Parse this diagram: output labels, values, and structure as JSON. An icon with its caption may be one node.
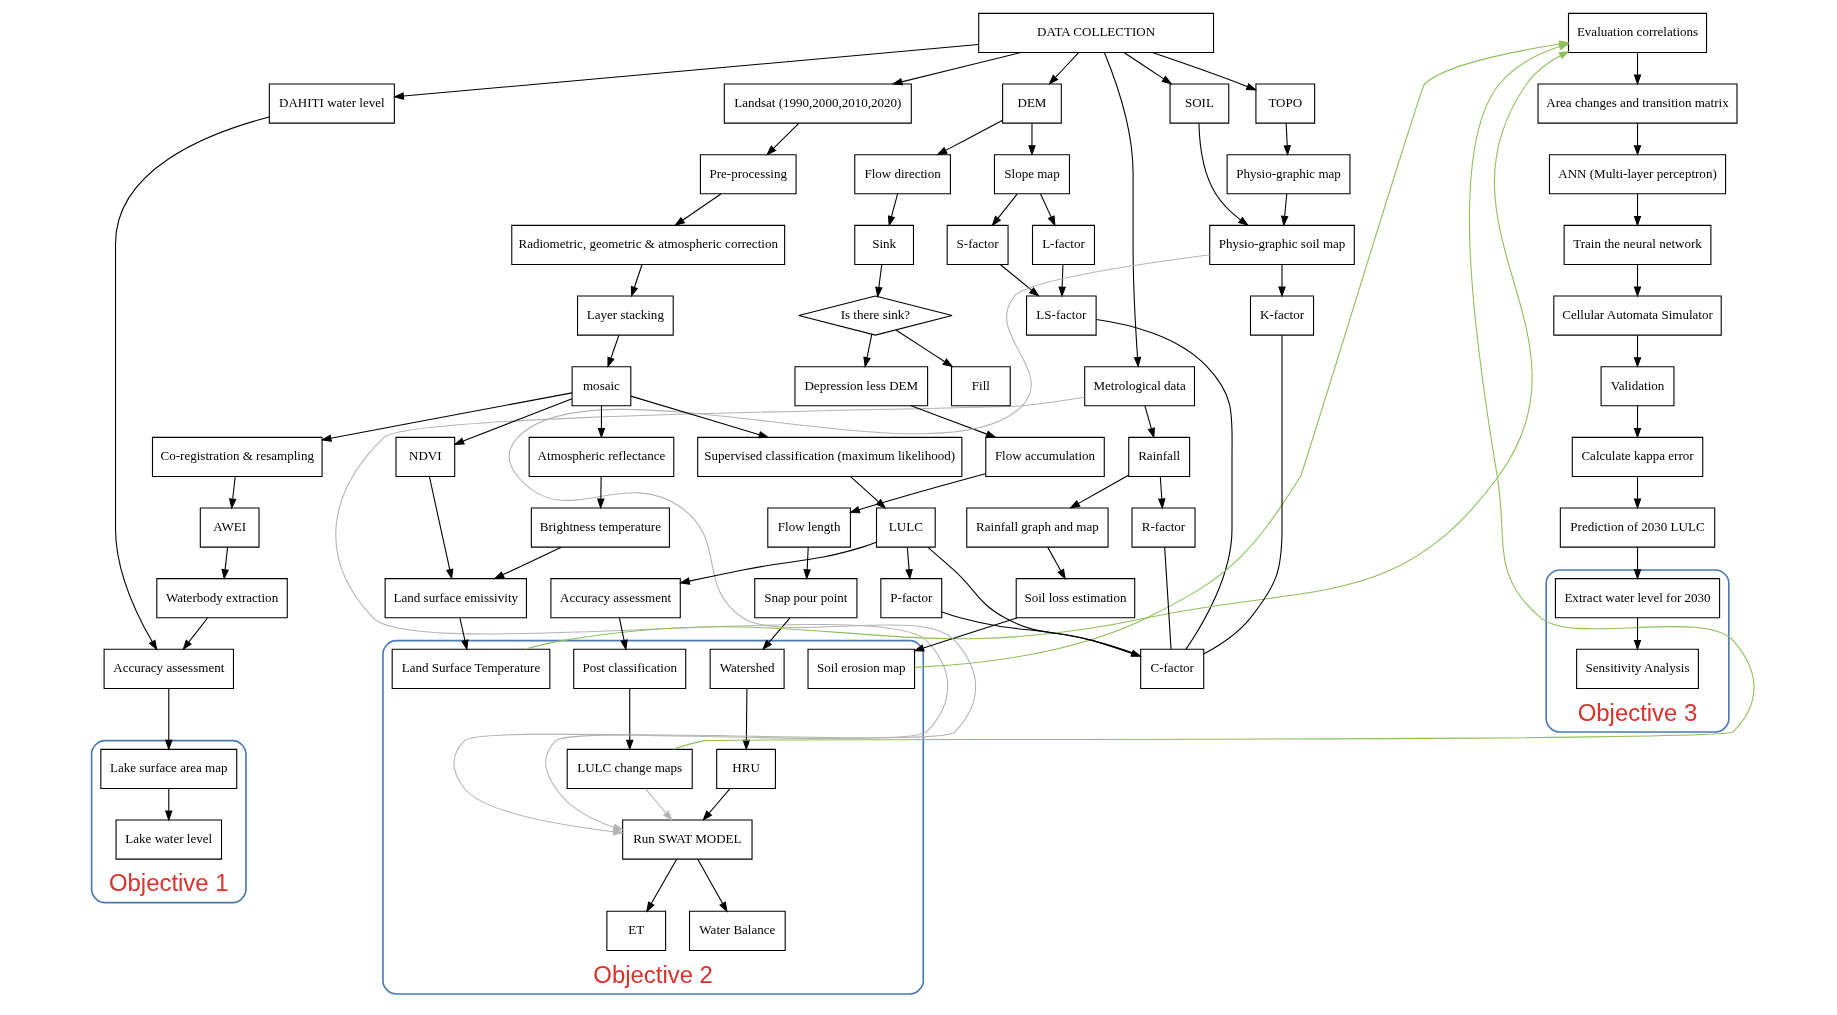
{
  "diagram": {
    "nodes": [
      {
        "text": [
          "DATA COLLECTION"
        ]
      },
      {
        "text": [
          "DEM"
        ]
      },
      {
        "text": [
          "Metrological data"
        ]
      },
      {
        "text": [
          "TOPO"
        ]
      },
      {
        "text": [
          "SOIL"
        ]
      },
      {
        "text": [
          "Landsat (1990,2000,2010,2020)"
        ]
      },
      {
        "text": [
          "DAHITI water level"
        ]
      },
      {
        "text": [
          "Flow direction"
        ]
      },
      {
        "text": [
          "Slope map"
        ]
      },
      {
        "text": [
          "Sink"
        ]
      },
      {
        "text": [
          "S-factor"
        ]
      },
      {
        "text": [
          "L-factor"
        ]
      },
      {
        "text": [
          "LS-factor"
        ]
      },
      {
        "text": [
          "Is there sink?"
        ]
      },
      {
        "text": [
          "Fill"
        ]
      },
      {
        "text": [
          "Depression less DEM"
        ]
      },
      {
        "text": [
          "Flow accumulation"
        ]
      },
      {
        "text": [
          "Flow length"
        ]
      },
      {
        "text": [
          "Snap pour point"
        ]
      },
      {
        "text": [
          "Objective 2"
        ]
      },
      {
        "text": [
          "Watershed"
        ],
        "in": 19
      },
      {
        "text": [
          "HRU"
        ],
        "in": 19
      },
      {
        "text": [
          "Run SWAT MODEL"
        ],
        "in": 19
      },
      {
        "text": [
          "ET"
        ],
        "in": 19
      },
      {
        "text": [
          "Water Balance"
        ],
        "in": 19
      },
      {
        "text": [
          "Rainfall"
        ]
      },
      {
        "text": [
          "R-factor"
        ]
      },
      {
        "text": [
          "Rainfall graph and map"
        ]
      },
      {
        "text": [
          "Soil loss estimation"
        ]
      },
      {
        "text": [
          "Soil erosion map"
        ],
        "in": 19
      },
      {
        "text": [
          "Physio-graphic map"
        ]
      },
      {
        "text": [
          "Physio-graphic soil map"
        ]
      },
      {
        "text": [
          "K-factor"
        ]
      },
      {
        "text": [
          "Pre-processing"
        ]
      },
      {
        "text": [
          "Radiometric, geometric & atmospheric correction"
        ]
      },
      {
        "text": [
          "Layer stacking"
        ]
      },
      {
        "text": [
          "mosaic"
        ]
      },
      {
        "text": [
          "Supervised classification (maximum likelihood)"
        ]
      },
      {
        "text": [
          "Atmospheric reflectance"
        ]
      },
      {
        "text": [
          "NDVI"
        ]
      },
      {
        "text": [
          "Co-registration & resampling"
        ]
      },
      {
        "text": [
          "P-factor"
        ]
      },
      {
        "text": [
          "C-factor"
        ]
      },
      {
        "text": [
          "LULC"
        ]
      },
      {
        "text": [
          "Brightness temperature"
        ]
      },
      {
        "text": [
          "AWEI"
        ]
      },
      {
        "text": [
          "Accuracy assessment"
        ]
      },
      {
        "text": [
          "Land surface emissivity"
        ]
      },
      {
        "text": [
          "Waterbody extraction"
        ]
      },
      {
        "text": [
          "Post classification"
        ],
        "in": 19
      },
      {
        "text": [
          "LULC change maps"
        ],
        "in": 19
      },
      {
        "text": [
          "Land Surface Temperature"
        ],
        "in": 19
      },
      {
        "text": [
          "Accuracy assessment"
        ]
      },
      {
        "text": [
          "Objective 1"
        ]
      },
      {
        "text": [
          "Lake surface area map"
        ],
        "in": 53
      },
      {
        "text": [
          "Lake water level"
        ],
        "in": 53
      },
      {
        "text": [
          "Evaluation correlations"
        ]
      },
      {
        "text": [
          "Area changes and transition matrix"
        ]
      },
      {
        "text": [
          "ANN (Multi-layer perceptron)"
        ]
      },
      {
        "text": [
          "Train the neural network"
        ]
      },
      {
        "text": [
          "Cellular Automata Simulator"
        ]
      },
      {
        "text": [
          "Validation"
        ]
      },
      {
        "text": [
          "Calculate kappa error"
        ]
      },
      {
        "text": [
          "Prediction of 2030 LULC"
        ]
      },
      {
        "text": [
          "Objective 3"
        ]
      },
      {
        "text": [
          "Extract water level for 2030"
        ],
        "in": 64
      },
      {
        "text": [
          "Sensitivity Analysis"
        ],
        "in": 64
      }
    ],
    "edges": [
      {
        "from": 0,
        "to": 1,
        "arrow": "to"
      },
      {
        "from": 0,
        "to": 2,
        "arrow": "to"
      },
      {
        "from": 0,
        "to": 3,
        "arrow": "to"
      },
      {
        "from": 0,
        "to": 4,
        "arrow": "to"
      },
      {
        "from": 0,
        "to": 5,
        "arrow": "to"
      },
      {
        "from": 0,
        "to": 6,
        "arrow": "to"
      },
      {
        "from": 1,
        "to": 7,
        "arrow": "to"
      },
      {
        "from": 1,
        "to": 8,
        "arrow": "to"
      },
      {
        "from": 7,
        "to": 9,
        "arrow": "to"
      },
      {
        "from": 8,
        "to": 10,
        "arrow": "to"
      },
      {
        "from": 8,
        "to": 11,
        "arrow": "to"
      },
      {
        "from": 10,
        "to": 12,
        "arrow": "to"
      },
      {
        "from": 11,
        "to": 12,
        "arrow": "to"
      },
      {
        "from": 9,
        "to": 13,
        "arrow": "to"
      },
      {
        "from": 13,
        "to": 14,
        "arrow": "to"
      },
      {
        "from": 13,
        "to": 15,
        "arrow": "to"
      },
      {
        "from": 15,
        "to": 16,
        "arrow": "to"
      },
      {
        "from": 16,
        "to": 17,
        "arrow": "to"
      },
      {
        "from": 17,
        "to": 18,
        "arrow": "to"
      },
      {
        "from": 18,
        "to": 20,
        "arrow": "to"
      },
      {
        "from": 20,
        "to": 21,
        "arrow": "to"
      },
      {
        "from": 21,
        "to": 22,
        "arrow": "to"
      },
      {
        "from": 22,
        "to": 23,
        "arrow": "to"
      },
      {
        "from": 22,
        "to": 24,
        "arrow": "to"
      },
      {
        "from": 2,
        "to": 25,
        "arrow": "to"
      },
      {
        "from": 25,
        "to": 26,
        "arrow": "to"
      },
      {
        "from": 25,
        "to": 27,
        "arrow": "to"
      },
      {
        "from": 27,
        "to": 28,
        "arrow": "to"
      },
      {
        "from": 28,
        "to": 29,
        "arrow": "to"
      },
      {
        "from": 3,
        "to": 30,
        "arrow": "to"
      },
      {
        "from": 30,
        "to": 31,
        "arrow": "to"
      },
      {
        "from": 4,
        "to": 31,
        "arrow": "to"
      },
      {
        "from": 31,
        "to": 32,
        "arrow": "to"
      },
      {
        "from": 5,
        "to": 33,
        "arrow": "to"
      },
      {
        "from": 33,
        "to": 34,
        "arrow": "to"
      },
      {
        "from": 34,
        "to": 35,
        "arrow": "to"
      },
      {
        "from": 35,
        "to": 36,
        "arrow": "to"
      },
      {
        "from": 36,
        "to": 37,
        "arrow": "to"
      },
      {
        "from": 36,
        "to": 38,
        "arrow": "to"
      },
      {
        "from": 36,
        "to": 39,
        "arrow": "to"
      },
      {
        "from": 36,
        "to": 40,
        "arrow": "to"
      },
      {
        "from": 37,
        "to": 43,
        "arrow": "to"
      },
      {
        "from": 43,
        "to": 41,
        "arrow": "to"
      },
      {
        "from": 43,
        "to": 42,
        "arrow": "to"
      },
      {
        "from": 12,
        "to": 42,
        "arrow": "none"
      },
      {
        "from": 26,
        "to": 42,
        "arrow": "none"
      },
      {
        "from": 32,
        "to": 42,
        "arrow": "none"
      },
      {
        "from": 41,
        "to": 42,
        "arrow": "none"
      },
      {
        "from": 43,
        "to": 46,
        "arrow": "to"
      },
      {
        "from": 46,
        "to": 49,
        "arrow": "to"
      },
      {
        "from": 49,
        "to": 50,
        "arrow": "to"
      },
      {
        "from": 38,
        "to": 44,
        "arrow": "to"
      },
      {
        "from": 44,
        "to": 47,
        "arrow": "to"
      },
      {
        "from": 39,
        "to": 47,
        "arrow": "to"
      },
      {
        "from": 47,
        "to": 51,
        "arrow": "to"
      },
      {
        "from": 40,
        "to": 45,
        "arrow": "to"
      },
      {
        "from": 45,
        "to": 48,
        "arrow": "to"
      },
      {
        "from": 48,
        "to": 52,
        "arrow": "to"
      },
      {
        "from": 6,
        "to": 52,
        "arrow": "to"
      },
      {
        "from": 52,
        "to": 54,
        "arrow": "to"
      },
      {
        "from": 54,
        "to": 55,
        "arrow": "to"
      },
      {
        "from": 2,
        "to": 22,
        "arrow": "to",
        "color": "#b4b4b4"
      },
      {
        "from": 31,
        "to": 22,
        "arrow": "to",
        "color": "#b4b4b4"
      },
      {
        "from": 50,
        "to": 22,
        "arrow": "to",
        "color": "#b4b4b4"
      },
      {
        "from": 29,
        "to": 56,
        "arrow": "to",
        "color": "#8fbf5a"
      },
      {
        "from": 50,
        "to": 56,
        "arrow": "to",
        "color": "#8fbf5a"
      },
      {
        "from": 51,
        "to": 56,
        "arrow": "to",
        "color": "#8fbf5a"
      },
      {
        "from": 56,
        "to": 57,
        "arrow": "to"
      },
      {
        "from": 57,
        "to": 58,
        "arrow": "to"
      },
      {
        "from": 58,
        "to": 59,
        "arrow": "to"
      },
      {
        "from": 59,
        "to": 60,
        "arrow": "to"
      },
      {
        "from": 60,
        "to": 61,
        "arrow": "to"
      },
      {
        "from": 61,
        "to": 62,
        "arrow": "to"
      },
      {
        "from": 62,
        "to": 63,
        "arrow": "to"
      },
      {
        "from": 63,
        "to": 65,
        "arrow": "to"
      },
      {
        "from": 65,
        "to": 66,
        "arrow": "to"
      }
    ]
  }
}
